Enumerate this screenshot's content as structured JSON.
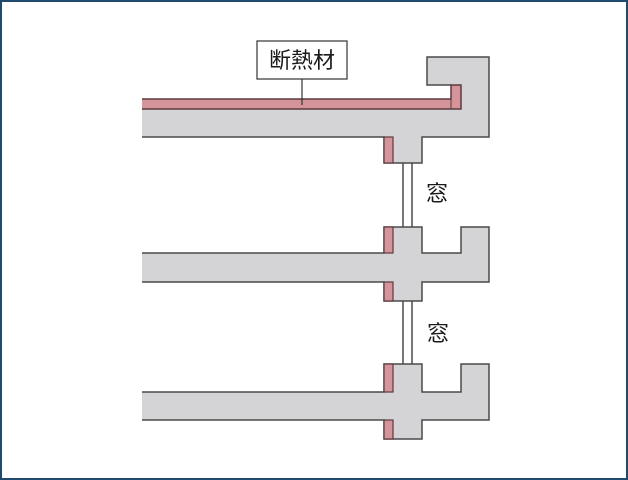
{
  "diagram": {
    "type": "building-section",
    "description": "Cross-section showing insulation placement on roof slab and columns between windows",
    "labels": {
      "insulation": "断熱材",
      "window_upper": "窓",
      "window_lower": "窓"
    },
    "colors": {
      "frame_border": "#1f4a6e",
      "concrete": "#d4d4d6",
      "insulation": "#d4949a",
      "outline": "#4a4a4a",
      "insulation_outline": "#5a3a3e"
    },
    "elements": [
      {
        "name": "roof-slab",
        "material": "concrete"
      },
      {
        "name": "roof-insulation",
        "material": "insulation"
      },
      {
        "name": "roof-parapet",
        "material": "concrete"
      },
      {
        "name": "upper-window",
        "label_ref": "window_upper"
      },
      {
        "name": "middle-floor-slab",
        "material": "concrete"
      },
      {
        "name": "lower-window",
        "label_ref": "window_lower"
      },
      {
        "name": "bottom-floor-slab",
        "material": "concrete"
      }
    ]
  }
}
